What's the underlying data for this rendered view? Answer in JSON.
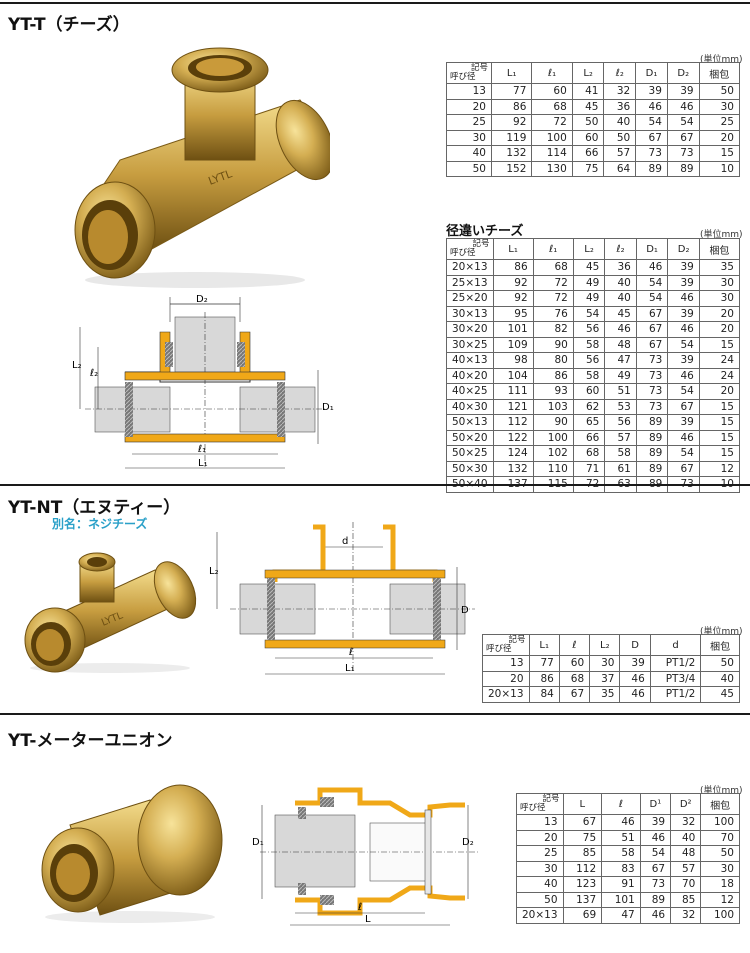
{
  "sections": [
    {
      "title": "YT-T（チーズ）",
      "table": {
        "unit": "(単位mm)",
        "corner_top": "記号",
        "corner_bottom": "呼び径",
        "headers": [
          "L₁",
          "ℓ₁",
          "L₂",
          "ℓ₂",
          "D₁",
          "D₂",
          "梱包"
        ],
        "rows": [
          [
            "13",
            "77",
            "60",
            "41",
            "32",
            "39",
            "39",
            "50"
          ],
          [
            "20",
            "86",
            "68",
            "45",
            "36",
            "46",
            "46",
            "30"
          ],
          [
            "25",
            "92",
            "72",
            "50",
            "40",
            "54",
            "54",
            "25"
          ],
          [
            "30",
            "119",
            "100",
            "60",
            "50",
            "67",
            "67",
            "20"
          ],
          [
            "40",
            "132",
            "114",
            "66",
            "57",
            "73",
            "73",
            "15"
          ],
          [
            "50",
            "152",
            "130",
            "75",
            "64",
            "89",
            "89",
            "10"
          ]
        ]
      },
      "table2": {
        "title": "径違いチーズ",
        "unit": "(単位mm)",
        "corner_top": "記号",
        "corner_bottom": "呼び径",
        "headers": [
          "L₁",
          "ℓ₁",
          "L₂",
          "ℓ₂",
          "D₁",
          "D₂",
          "梱包"
        ],
        "rows": [
          [
            "20×13",
            "86",
            "68",
            "45",
            "36",
            "46",
            "39",
            "35"
          ],
          [
            "25×13",
            "92",
            "72",
            "49",
            "40",
            "54",
            "39",
            "30"
          ],
          [
            "25×20",
            "92",
            "72",
            "49",
            "40",
            "54",
            "46",
            "30"
          ],
          [
            "30×13",
            "95",
            "76",
            "54",
            "45",
            "67",
            "39",
            "20"
          ],
          [
            "30×20",
            "101",
            "82",
            "56",
            "46",
            "67",
            "46",
            "20"
          ],
          [
            "30×25",
            "109",
            "90",
            "58",
            "48",
            "67",
            "54",
            "15"
          ],
          [
            "40×13",
            "98",
            "80",
            "56",
            "47",
            "73",
            "39",
            "24"
          ],
          [
            "40×20",
            "104",
            "86",
            "58",
            "49",
            "73",
            "46",
            "24"
          ],
          [
            "40×25",
            "111",
            "93",
            "60",
            "51",
            "73",
            "54",
            "20"
          ],
          [
            "40×30",
            "121",
            "103",
            "62",
            "53",
            "73",
            "67",
            "15"
          ],
          [
            "50×13",
            "112",
            "90",
            "65",
            "56",
            "89",
            "39",
            "15"
          ],
          [
            "50×20",
            "122",
            "100",
            "66",
            "57",
            "89",
            "46",
            "15"
          ],
          [
            "50×25",
            "124",
            "102",
            "68",
            "58",
            "89",
            "54",
            "15"
          ],
          [
            "50×30",
            "132",
            "110",
            "71",
            "61",
            "89",
            "67",
            "12"
          ],
          [
            "50×40",
            "137",
            "115",
            "72",
            "63",
            "89",
            "73",
            "10"
          ]
        ]
      },
      "diagram_labels": {
        "d2": "D₂",
        "l2": "L₂",
        "ell2": "ℓ₂",
        "d1": "D₁",
        "ell1": "ℓ₁",
        "l1": "L₁"
      }
    },
    {
      "title": "YT-NT（エヌティー）",
      "subtitle": "別名：ネジチーズ",
      "photo_text": "LYTL",
      "table": {
        "unit": "(単位mm)",
        "corner_top": "記号",
        "corner_bottom": "呼び径",
        "headers": [
          "L₁",
          "ℓ",
          "L₂",
          "D",
          "d",
          "梱包"
        ],
        "rows": [
          [
            "13",
            "77",
            "60",
            "30",
            "39",
            "PT1/2",
            "50"
          ],
          [
            "20",
            "86",
            "68",
            "37",
            "46",
            "PT3/4",
            "40"
          ],
          [
            "20×13",
            "84",
            "67",
            "35",
            "46",
            "PT1/2",
            "45"
          ]
        ]
      },
      "diagram_labels": {
        "d": "d",
        "l2": "L₂",
        "D": "D",
        "ell": "ℓ",
        "l1": "L₁"
      }
    },
    {
      "title": "YT-メーターユニオン",
      "table": {
        "unit": "(単位mm)",
        "corner_top": "記号",
        "corner_bottom": "呼び径",
        "headers": [
          "L",
          "ℓ",
          "D¹",
          "D²",
          "梱包"
        ],
        "rows": [
          [
            "13",
            "67",
            "46",
            "39",
            "32",
            "100"
          ],
          [
            "20",
            "75",
            "51",
            "46",
            "40",
            "70"
          ],
          [
            "25",
            "85",
            "58",
            "54",
            "48",
            "50"
          ],
          [
            "30",
            "112",
            "83",
            "67",
            "57",
            "30"
          ],
          [
            "40",
            "123",
            "91",
            "73",
            "70",
            "18"
          ],
          [
            "50",
            "137",
            "101",
            "89",
            "85",
            "12"
          ],
          [
            "20×13",
            "69",
            "47",
            "46",
            "32",
            "100"
          ]
        ]
      },
      "diagram_labels": {
        "d1": "D₁",
        "d2": "D₂",
        "ell": "ℓ",
        "l": "L"
      }
    }
  ],
  "colors": {
    "brass": "#c9a24a",
    "brass_dark": "#8a6a1e",
    "orange": "#f0a818",
    "pipe": "#cfcfcf",
    "rule": "#1a1a1a",
    "subtitle": "#2aa0c8"
  }
}
